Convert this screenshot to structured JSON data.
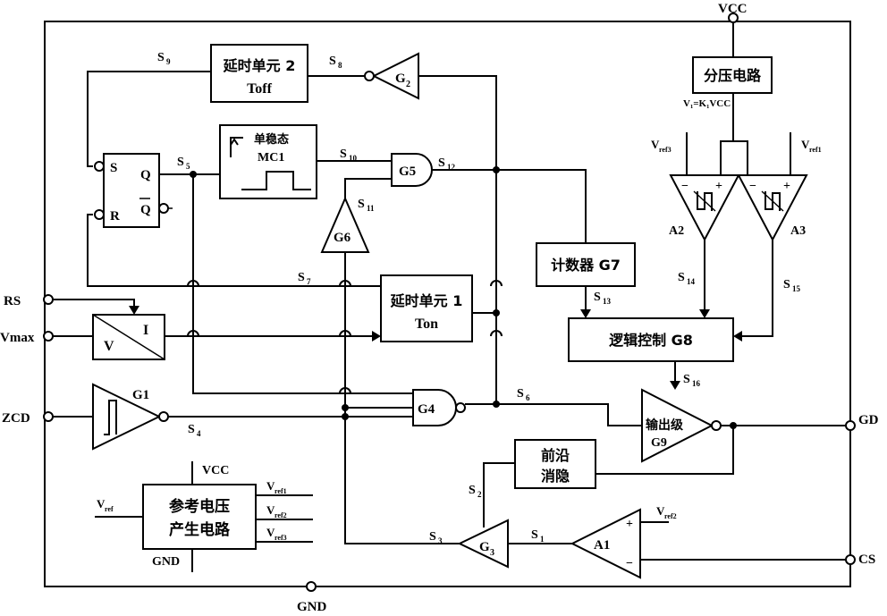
{
  "pins": {
    "vcc": "VCC",
    "gnd": "GND",
    "rs": "RS",
    "vmax": "Vmax",
    "zcd": "ZCD",
    "gd": "GD",
    "cs": "CS"
  },
  "blocks": {
    "divider": "分压电路",
    "divider_note": "V₁=K₁VCC",
    "delay2_line1": "延时单元 2",
    "delay2_line2": "Toff",
    "delay1_line1": "延时单元 1",
    "delay1_line2": "Ton",
    "oneshot_line1": "单稳态",
    "oneshot_line2": "MC1",
    "counter": "计数器 G7",
    "logic": "逻辑控制  G8",
    "output_stage_line1": "输出级",
    "output_stage_line2": "G9",
    "leb_line1": "前沿",
    "leb_line2": "消隐",
    "vref_gen_line1": "参考电压",
    "vref_gen_line2": "产生电路",
    "vref_gen_vcc": "VCC",
    "vref_gen_gnd": "GND",
    "v2i_v": "V",
    "v2i_i": "I",
    "flipflop_s": "S",
    "flipflop_r": "R",
    "flipflop_q": "Q",
    "flipflop_qbar": "Q"
  },
  "gates": {
    "g1": "G1",
    "g2": "G",
    "g2_sub": "2",
    "g3": "G",
    "g3_sub": "3",
    "g4": "G4",
    "g5": "G5",
    "g6": "G6",
    "a1": "A1",
    "a2": "A2",
    "a3": "A3"
  },
  "signals": {
    "s1": "S",
    "s1_sub": "1",
    "s2": "S",
    "s2_sub": "2",
    "s3": "S",
    "s3_sub": "3",
    "s4": "S",
    "s4_sub": "4",
    "s5": "S",
    "s5_sub": "5",
    "s6": "S",
    "s6_sub": "6",
    "s7": "S",
    "s7_sub": "7",
    "s8": "S",
    "s8_sub": "8",
    "s9": "S",
    "s9_sub": "9",
    "s10": "S",
    "s10_sub": "10",
    "s11": "S",
    "s11_sub": "11",
    "s12": "S",
    "s12_sub": "12",
    "s13": "S",
    "s13_sub": "13",
    "s14": "S",
    "s14_sub": "14",
    "s15": "S",
    "s15_sub": "15",
    "s16": "S",
    "s16_sub": "16"
  },
  "refs": {
    "vref_main": "V",
    "vref_main_sub": "ref",
    "vref1": "V",
    "vref1_sub": "ref1",
    "vref2": "V",
    "vref2_sub": "ref2",
    "vref3": "V",
    "vref3_sub": "ref3",
    "a1_ref": "V",
    "a1_ref_sub": "ref2",
    "a2_ref": "V",
    "a2_ref_sub": "ref3",
    "a3_ref": "V",
    "a3_ref_sub": "ref1"
  },
  "symbols": {
    "plus": "+",
    "minus": "−"
  }
}
